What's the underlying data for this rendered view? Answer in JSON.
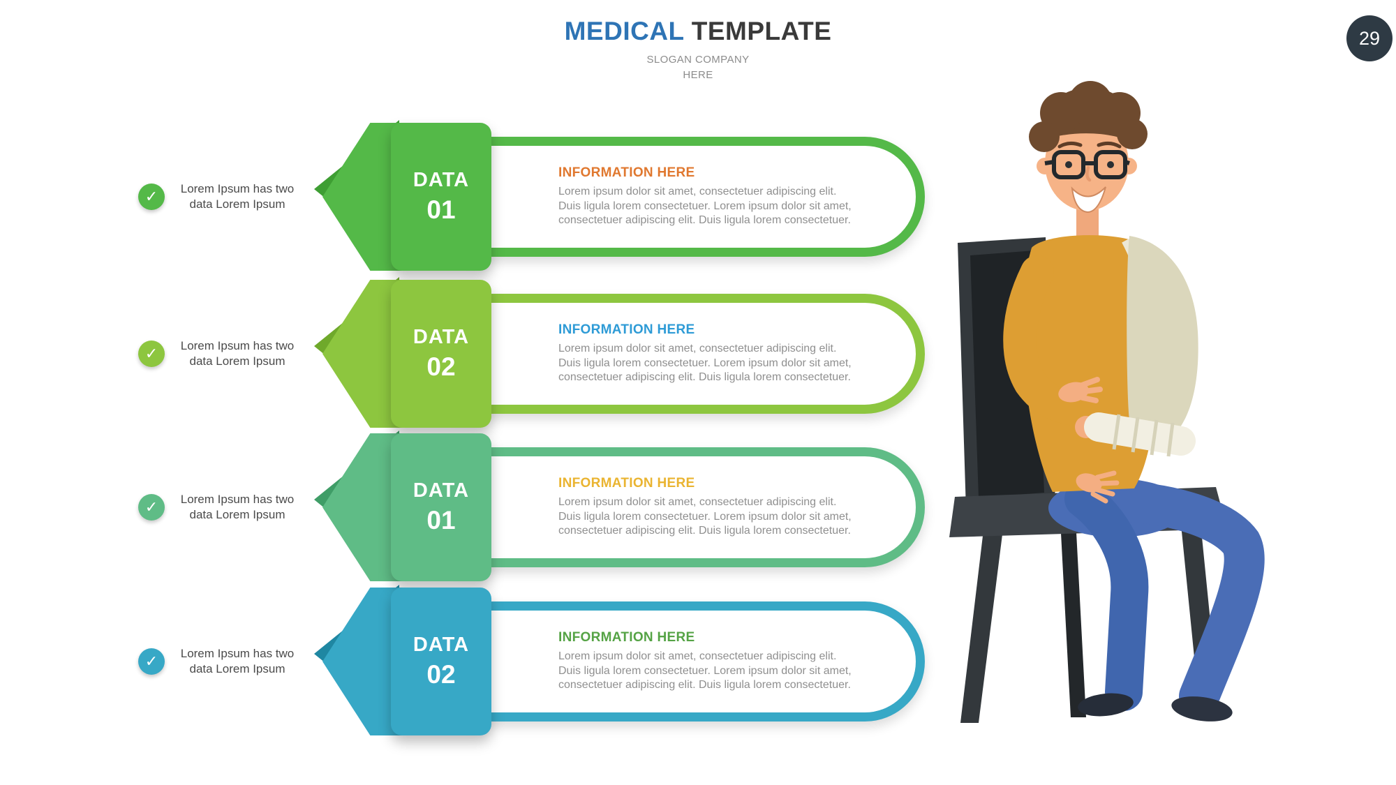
{
  "header": {
    "title_accent_text": "MEDICAL",
    "title_rest_text": "TEMPLATE",
    "slogan_line1": "SLOGAN COMPANY",
    "slogan_line2": "HERE",
    "page_number": "29"
  },
  "colors": {
    "title_accent": "#2e74b5",
    "title_dark": "#3a3a3a",
    "page_badge_bg": "#2e3a44",
    "page_badge_text": "#ffffff",
    "body_text": "#8f8f8f",
    "label_text": "#4a4a4a"
  },
  "icons": {
    "check_glyph": "✓",
    "illustration": "man-with-arm-in-sling-sitting-on-chair"
  },
  "rows": [
    {
      "check_label": "Lorem Ipsum has two data Lorem Ipsum",
      "data_word": "DATA",
      "data_number": "01",
      "info_title": "INFORMATION HERE",
      "info_body": "Lorem ipsum dolor sit amet, consectetuer adipiscing elit. Duis ligula lorem  consectetuer. Lorem ipsum dolor sit amet, consectetuer adipiscing elit. Duis ligula lorem  consectetuer.",
      "accent": "#54b948",
      "accent_dark": "#3e9e33",
      "info_title_color": "#e0782f"
    },
    {
      "check_label": "Lorem Ipsum has two data Lorem Ipsum",
      "data_word": "DATA",
      "data_number": "02",
      "info_title": "INFORMATION HERE",
      "info_body": "Lorem ipsum dolor sit amet, consectetuer adipiscing elit. Duis ligula lorem  consectetuer. Lorem ipsum dolor sit amet, consectetuer adipiscing elit. Duis ligula lorem  consectetuer.",
      "accent": "#8dc63f",
      "accent_dark": "#6fa92b",
      "info_title_color": "#2e9bd6"
    },
    {
      "check_label": "Lorem Ipsum has two data Lorem Ipsum",
      "data_word": "DATA",
      "data_number": "01",
      "info_title": "INFORMATION HERE",
      "info_body": "Lorem ipsum dolor sit amet, consectetuer adipiscing elit. Duis ligula lorem  consectetuer. Lorem ipsum dolor sit amet, consectetuer adipiscing elit. Duis ligula lorem  consectetuer.",
      "accent": "#5fbc86",
      "accent_dark": "#3f9d67",
      "info_title_color": "#eab431"
    },
    {
      "check_label": "Lorem Ipsum has two data Lorem Ipsum",
      "data_word": "DATA",
      "data_number": "02",
      "info_title": "INFORMATION HERE",
      "info_body": "Lorem ipsum dolor sit amet, consectetuer adipiscing elit. Duis ligula lorem  consectetuer. Lorem ipsum dolor sit amet, consectetuer adipiscing elit. Duis ligula lorem  consectetuer.",
      "accent": "#37a8c6",
      "accent_dark": "#1f87a2",
      "info_title_color": "#55a345"
    }
  ]
}
